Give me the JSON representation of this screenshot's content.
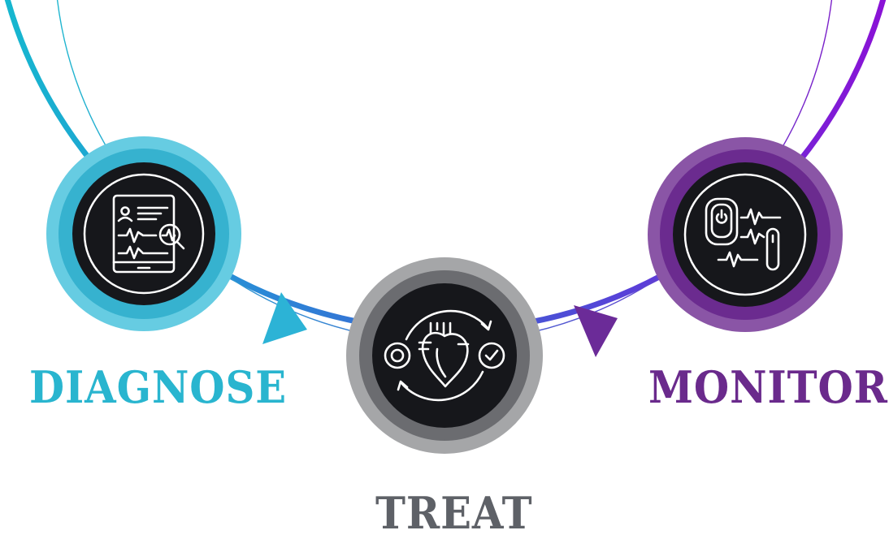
{
  "steps": {
    "diagnose": {
      "label": "DIAGNOSE",
      "icon": "tablet-heartbeat-report-icon"
    },
    "treat": {
      "label": "TREAT",
      "icon": "heart-cycle-check-icon"
    },
    "monitor": {
      "label": "MONITOR",
      "icon": "wearable-monitoring-icon"
    }
  },
  "colors": {
    "teal": "#29b5cf",
    "blue": "#3c6fd1",
    "gray": "#6b6c70",
    "purple": "#6a2a8c",
    "violet": "#7b17d6",
    "dark": "#16171b"
  }
}
